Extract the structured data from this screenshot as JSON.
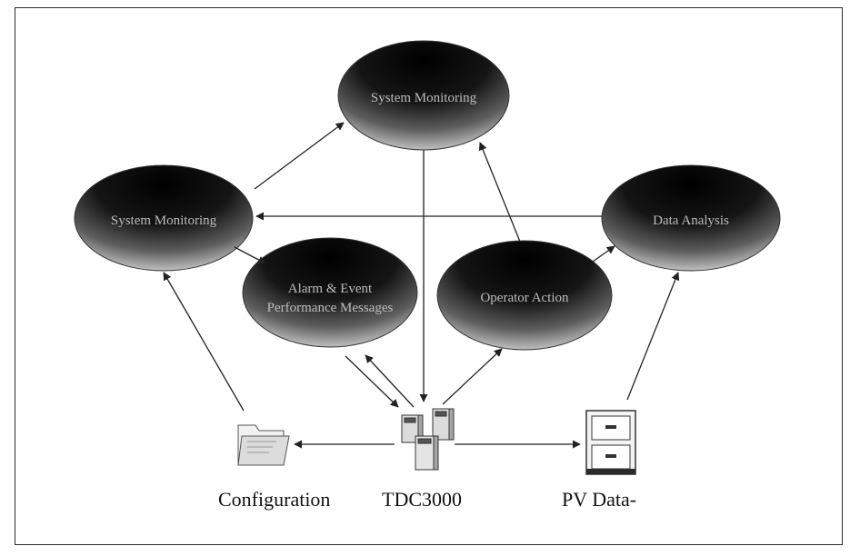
{
  "nodes": {
    "top": {
      "lines": [
        "System Monitoring"
      ]
    },
    "left": {
      "lines": [
        "System Monitoring"
      ]
    },
    "right": {
      "lines": [
        "Data Analysis"
      ]
    },
    "center_left": {
      "lines": [
        "Alarm & Event",
        "Performance Messages"
      ]
    },
    "center_right": {
      "lines": [
        "Operator Action"
      ]
    }
  },
  "labels": {
    "configuration": "Configuration",
    "tdc": "TDC3000",
    "pv": "PV Data-"
  },
  "icons": {
    "configuration": "folder-icon",
    "tdc": "server-cluster-icon",
    "pv": "file-cabinet-icon"
  }
}
